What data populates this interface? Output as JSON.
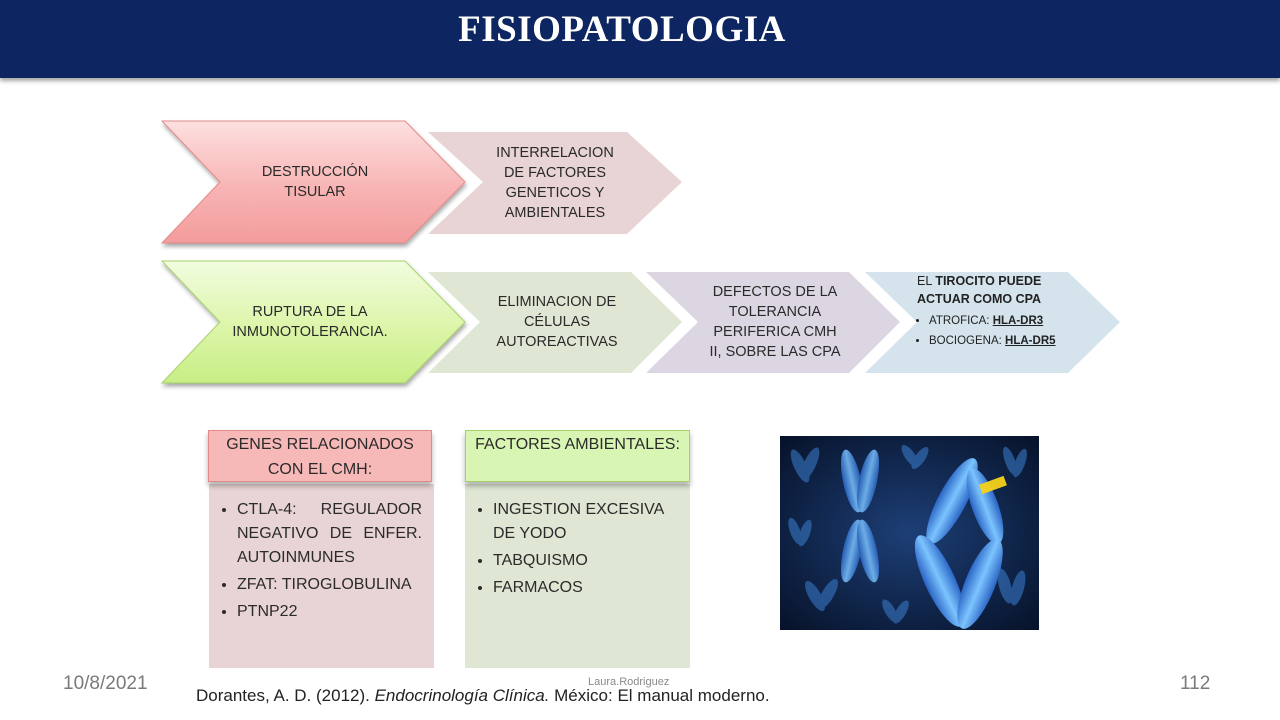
{
  "slide": {
    "title": "FISIOPATOLOGIA",
    "row1": {
      "main": "DESTRUCCIÓN TISULAR",
      "item1": [
        "INTERRELACION",
        "DE FACTORES",
        "GENETICOS Y",
        "AMBIENTALES"
      ]
    },
    "row2": {
      "main": [
        "RUPTURA DE LA",
        "INMUNOTOLERANCIA."
      ],
      "item1": [
        "ELIMINACION DE",
        "CÉLULAS",
        "AUTOREACTIVAS"
      ],
      "item2": [
        "DEFECTOS DE LA",
        "TOLERANCIA",
        "PERIFERICA CMH",
        "II, SOBRE LAS CPA"
      ],
      "item3": {
        "lead_prefix": "EL ",
        "lead_bold": "TIROCITO PUEDE ACTUAR COMO CPA",
        "bullets": [
          {
            "label": "ATROFICA: ",
            "value": "HLA-DR3"
          },
          {
            "label": "BOCIOGENA: ",
            "value": "HLA-DR5"
          }
        ]
      }
    },
    "genes": {
      "header": "GENES RELACIONADOS CON EL CMH:",
      "items": [
        "CTLA-4: REGULADOR NEGATIVO DE ENFER. AUTOINMUNES",
        "ZFAT: TIROGLOBULINA",
        "PTNP22"
      ]
    },
    "factors": {
      "header": "FACTORES AMBIENTALES:",
      "items": [
        "INGESTION EXCESIVA DE YODO",
        "TABQUISMO",
        "FARMACOS"
      ]
    },
    "image": {
      "icon": "chromosome-image"
    },
    "footer": {
      "date": "10/8/2021",
      "author": "Laura.Rodriguez",
      "page": "112",
      "citation_author": "Dorantes, A. D. (2012). ",
      "citation_title": "Endocrinología Clínica.",
      "citation_rest": " México: El manual  moderno."
    },
    "colors": {
      "title_bar": "#0d2560",
      "red_chevron": "#f7b6b6",
      "green_chevron": "#dcf5a8",
      "pink_box": "#e8d4d4",
      "green_box": "#dfe6d4",
      "lavender_box": "#dcd6e2",
      "blue_box": "#d4e3ec"
    }
  }
}
